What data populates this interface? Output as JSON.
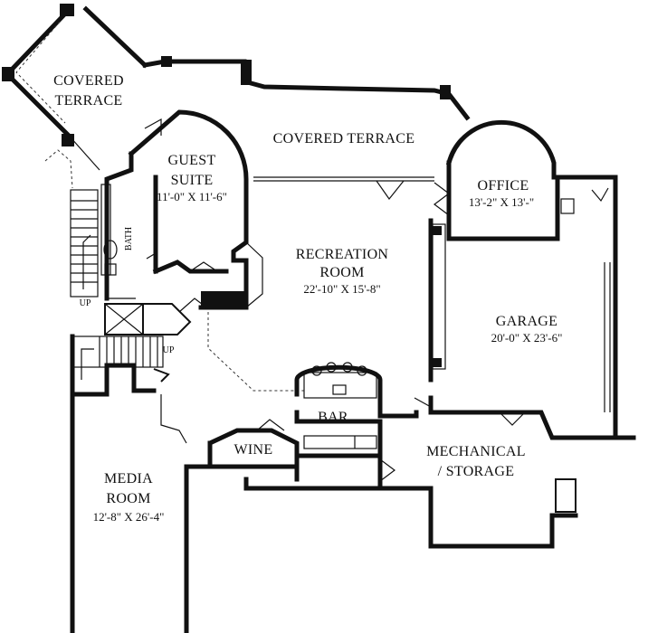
{
  "rooms": {
    "covered_terrace_left": {
      "line1": "COVERED",
      "line2": "TERRACE"
    },
    "covered_terrace_top": {
      "name": "COVERED TERRACE"
    },
    "guest_suite": {
      "line1": "GUEST",
      "line2": "SUITE",
      "dim": "11'-0\" X 11'-6\""
    },
    "bath": {
      "name": "BATH"
    },
    "office": {
      "name": "OFFICE",
      "dim": "13'-2\" X 13'-\""
    },
    "recreation_room": {
      "line1": "RECREATION",
      "line2": "ROOM",
      "dim": "22'-10\" X 15'-8\""
    },
    "garage": {
      "name": "GARAGE",
      "dim": "20'-0\" X 23'-6\""
    },
    "bar": {
      "name": "BAR"
    },
    "wine": {
      "name": "WINE"
    },
    "mechanical": {
      "line1": "MECHANICAL",
      "line2": "/ STORAGE"
    },
    "media_room": {
      "line1": "MEDIA",
      "line2": "ROOM",
      "dim": "12'-8\" X 26'-4\""
    }
  },
  "stairs": {
    "up_label_1": "UP",
    "up_label_2": "UP"
  }
}
